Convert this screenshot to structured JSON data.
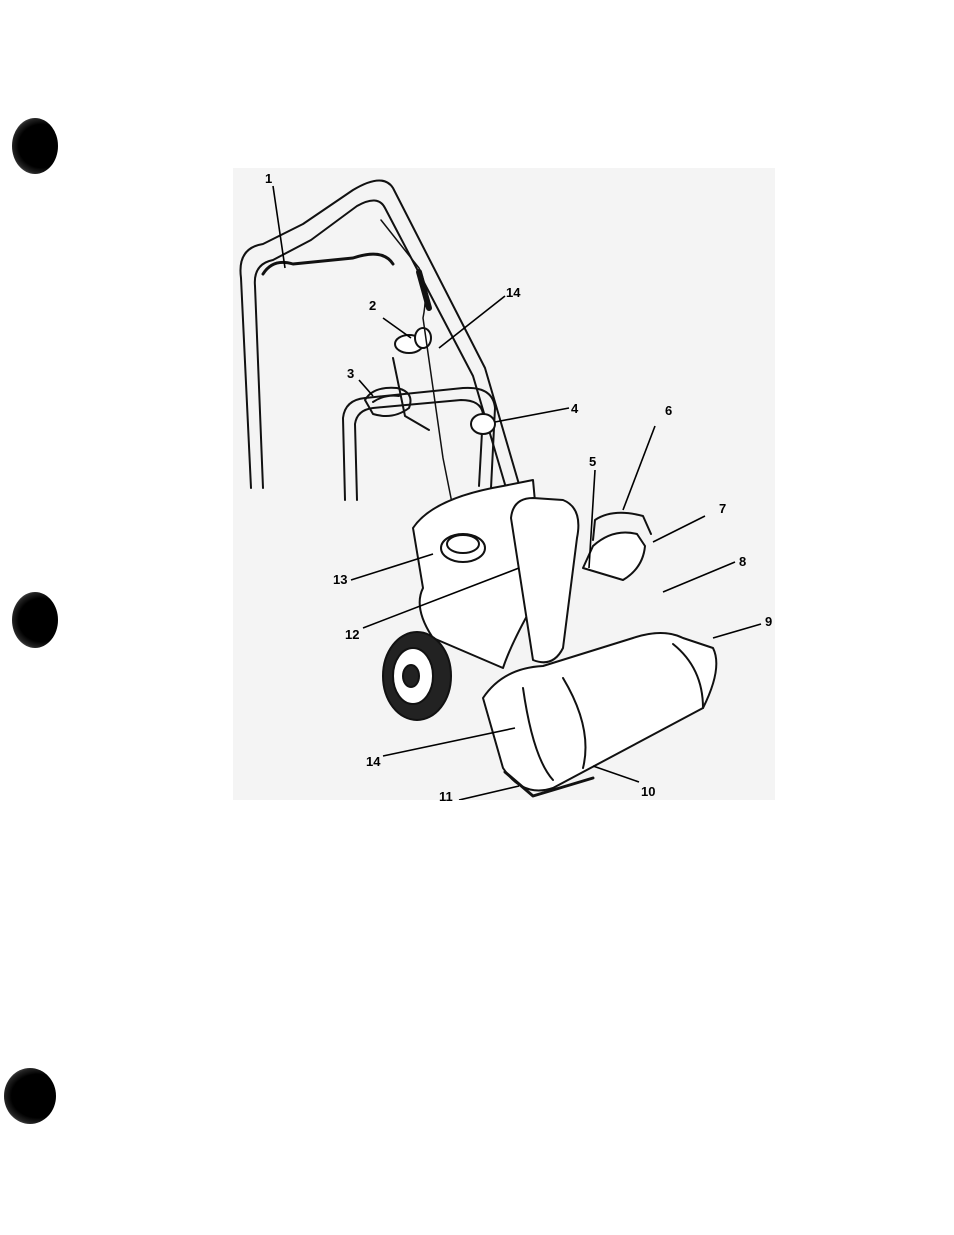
{
  "figure": {
    "callouts": {
      "c1": "1",
      "c2": "2",
      "c3": "3",
      "c4": "4",
      "c5": "5",
      "c6": "6",
      "c7": "7",
      "c8": "8",
      "c9": "9",
      "c10": "10",
      "c11": "11",
      "c12": "12",
      "c13": "13",
      "c14a": "14",
      "c14b": "14"
    }
  }
}
